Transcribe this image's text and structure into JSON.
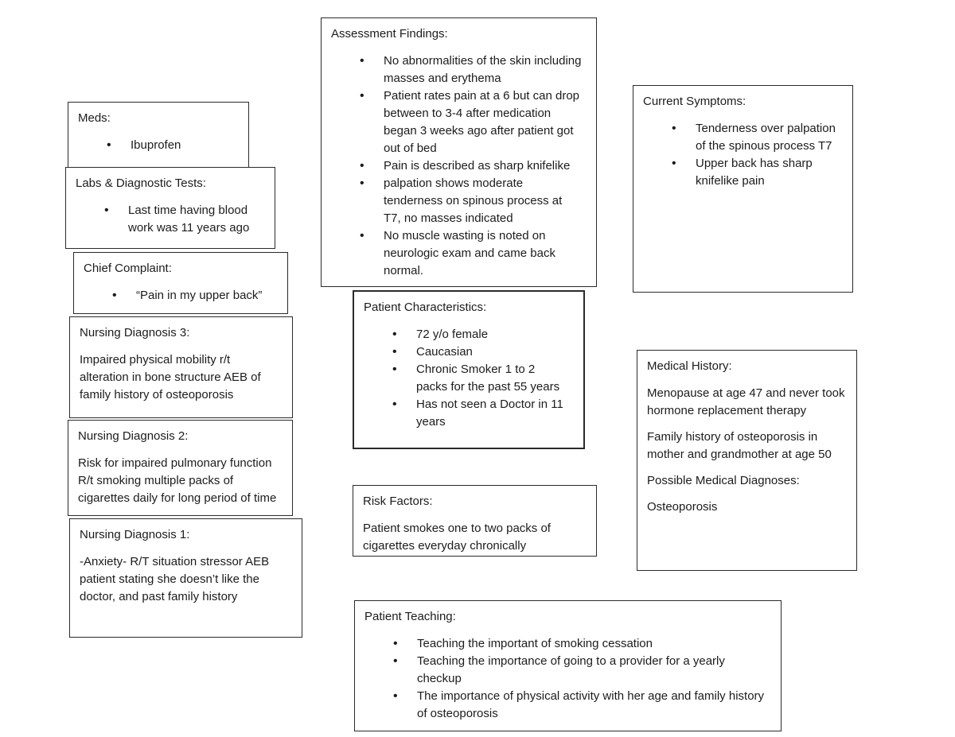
{
  "boxes": {
    "meds": {
      "title": "Meds:",
      "bullets": [
        "Ibuprofen"
      ]
    },
    "labs": {
      "title": "Labs & Diagnostic Tests:",
      "bullets": [
        "Last time having blood work was 11 years ago"
      ]
    },
    "chief_complaint": {
      "title": "Chief Complaint:",
      "bullets": [
        "“Pain in my upper back”"
      ]
    },
    "nursing_diagnosis_3": {
      "title": "Nursing Diagnosis 3:",
      "paragraphs": [
        "Impaired physical mobility r/t alteration in bone structure AEB of family history of osteoporosis"
      ]
    },
    "nursing_diagnosis_2": {
      "title": "Nursing Diagnosis 2:",
      "paragraphs": [
        "Risk for impaired pulmonary function R/t smoking multiple packs of cigarettes daily for long period of time"
      ]
    },
    "nursing_diagnosis_1": {
      "title": "Nursing Diagnosis 1:",
      "paragraphs": [
        "-Anxiety- R/T situation stressor AEB patient stating she doesn’t like the doctor, and past family history"
      ]
    },
    "assessment_findings": {
      "title": "Assessment Findings:",
      "bullets": [
        "No abnormalities of the skin including masses and erythema",
        "Patient rates pain at a 6 but can drop between to 3-4 after medication began 3 weeks ago after patient got out of bed",
        "Pain is described as sharp knifelike",
        "palpation shows moderate tenderness on spinous process at T7, no masses indicated",
        "No muscle wasting is noted on neurologic exam and came back normal."
      ]
    },
    "patient_characteristics": {
      "title": "Patient Characteristics:",
      "bullets": [
        "72 y/o female",
        "Caucasian",
        "Chronic Smoker 1 to 2 packs for the past 55 years",
        "Has not seen a Doctor in 11 years"
      ]
    },
    "risk_factors": {
      "title": "Risk Factors:",
      "paragraphs": [
        "Patient smokes one to two packs of cigarettes everyday chronically"
      ]
    },
    "patient_teaching": {
      "title": "Patient Teaching:",
      "bullets": [
        "Teaching the important of smoking cessation",
        "Teaching the importance of going to a provider for a yearly checkup",
        "The importance of physical activity with her age and family history of osteoporosis"
      ]
    },
    "current_symptoms": {
      "title": "Current Symptoms:",
      "bullets": [
        "Tenderness over palpation of the spinous process T7",
        "Upper back has sharp knifelike pain"
      ]
    },
    "medical_history": {
      "title": "Medical History:",
      "paragraphs": [
        "Menopause at age 47 and never took hormone replacement therapy",
        "Family history of osteoporosis in mother and grandmother at age 50",
        "Possible Medical Diagnoses:",
        "Osteoporosis"
      ]
    }
  }
}
